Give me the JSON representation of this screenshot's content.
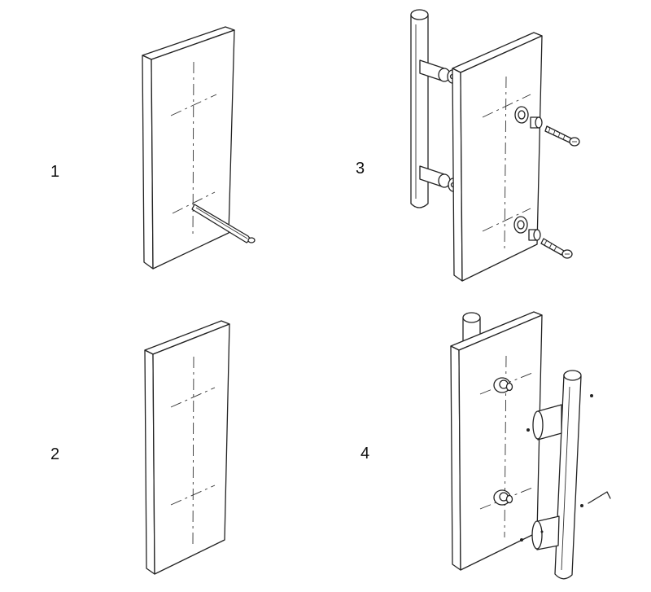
{
  "steps": [
    {
      "label": "1"
    },
    {
      "label": "2"
    },
    {
      "label": "3"
    },
    {
      "label": "4"
    }
  ]
}
